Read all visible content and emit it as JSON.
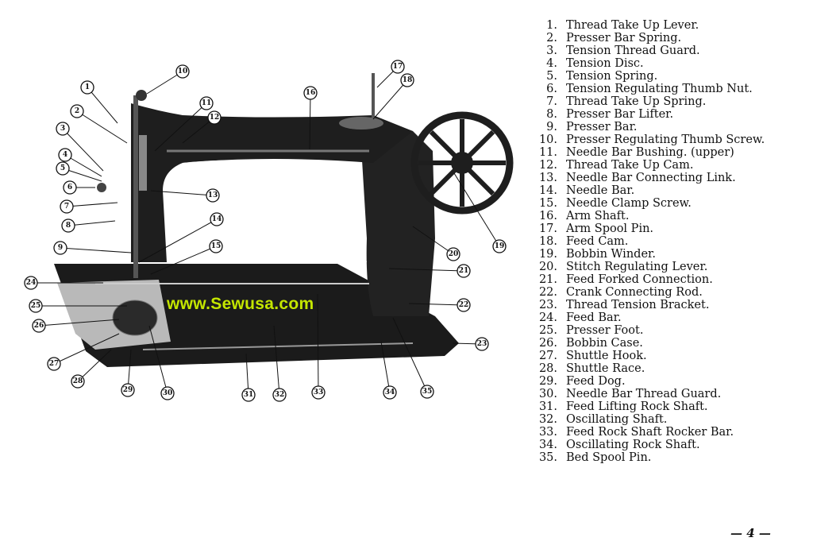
{
  "watermark": "www.Sewusa.com",
  "page_number": "— 4 —",
  "callouts": [
    "1",
    "2",
    "3",
    "4",
    "5",
    "6",
    "7",
    "8",
    "9",
    "10",
    "11",
    "12",
    "13",
    "14",
    "15",
    "16",
    "17",
    "18",
    "19",
    "20",
    "21",
    "22",
    "23",
    "24",
    "25",
    "26",
    "27",
    "28",
    "29",
    "30",
    "31",
    "32",
    "33",
    "34",
    "35"
  ],
  "parts": [
    {
      "num": "1.",
      "name": "Thread Take Up Lever."
    },
    {
      "num": "2.",
      "name": "Presser Bar Spring."
    },
    {
      "num": "3.",
      "name": "Tension Thread Guard."
    },
    {
      "num": "4.",
      "name": "Tension Disc."
    },
    {
      "num": "5.",
      "name": "Tension Spring."
    },
    {
      "num": "6.",
      "name": "Tension Regulating Thumb Nut."
    },
    {
      "num": "7.",
      "name": "Thread Take Up Spring."
    },
    {
      "num": "8.",
      "name": "Presser Bar Lifter."
    },
    {
      "num": "9.",
      "name": "Presser Bar."
    },
    {
      "num": "10.",
      "name": "Presser Regulating Thumb Screw."
    },
    {
      "num": "11.",
      "name": "Needle Bar Bushing. (upper)"
    },
    {
      "num": "12.",
      "name": "Thread Take Up Cam."
    },
    {
      "num": "13.",
      "name": "Needle Bar Connecting Link."
    },
    {
      "num": "14.",
      "name": "Needle Bar."
    },
    {
      "num": "15.",
      "name": "Needle Clamp Screw."
    },
    {
      "num": "16.",
      "name": "Arm Shaft."
    },
    {
      "num": "17.",
      "name": "Arm Spool Pin."
    },
    {
      "num": "18.",
      "name": "Feed Cam."
    },
    {
      "num": "19.",
      "name": "Bobbin Winder."
    },
    {
      "num": "20.",
      "name": "Stitch Regulating Lever."
    },
    {
      "num": "21.",
      "name": "Feed Forked Connection."
    },
    {
      "num": "22.",
      "name": "Crank Connecting Rod."
    },
    {
      "num": "23.",
      "name": "Thread Tension Bracket."
    },
    {
      "num": "24.",
      "name": "Feed Bar."
    },
    {
      "num": "25.",
      "name": "Presser Foot."
    },
    {
      "num": "26.",
      "name": "Bobbin Case."
    },
    {
      "num": "27.",
      "name": "Shuttle Hook."
    },
    {
      "num": "28.",
      "name": "Shuttle Race."
    },
    {
      "num": "29.",
      "name": "Feed Dog."
    },
    {
      "num": "30.",
      "name": "Needle Bar Thread Guard."
    },
    {
      "num": "31.",
      "name": "Feed Lifting Rock Shaft."
    },
    {
      "num": "32.",
      "name": "Oscillating Shaft."
    },
    {
      "num": "33.",
      "name": "Feed Rock Shaft Rocker Bar."
    },
    {
      "num": "34.",
      "name": "Oscillating Rock Shaft."
    },
    {
      "num": "35.",
      "name": "Bed Spool Pin."
    }
  ]
}
